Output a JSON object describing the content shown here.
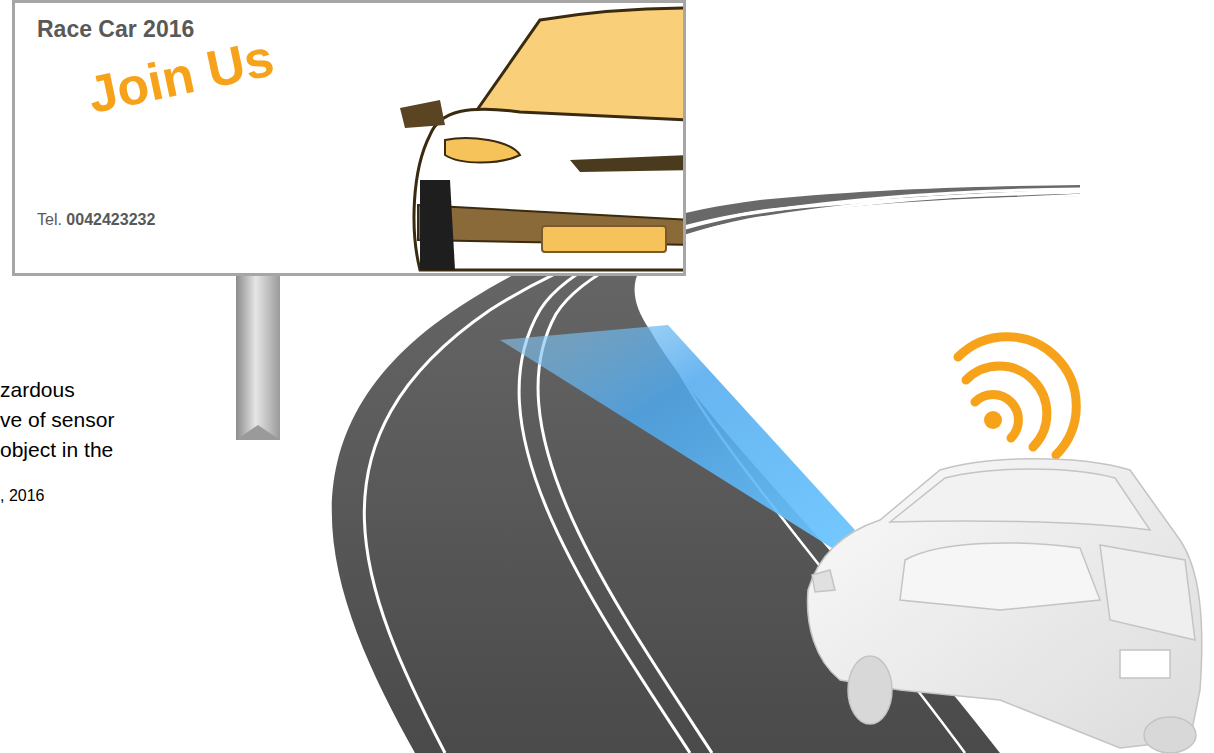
{
  "diagram": {
    "nodes": [
      {
        "text": [
          "Race Car 2016",
          "Join Us",
          "Tel. 0042423232"
        ]
      }
    ],
    "labels": [
      "zardous",
      "ve of sensor",
      "object in the",
      ", 2016"
    ]
  }
}
